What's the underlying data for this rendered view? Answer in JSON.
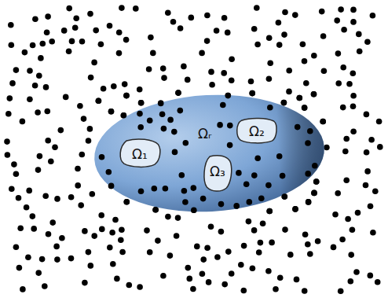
{
  "diagram": {
    "nodes": [
      {
        "text": [
          "Ωᵣ"
        ]
      },
      {
        "text": [
          "Ω₁"
        ],
        "in": 0
      },
      {
        "text": [
          "Ω₂"
        ],
        "in": 0
      },
      {
        "text": [
          "Ω₃"
        ],
        "in": 0
      }
    ]
  }
}
